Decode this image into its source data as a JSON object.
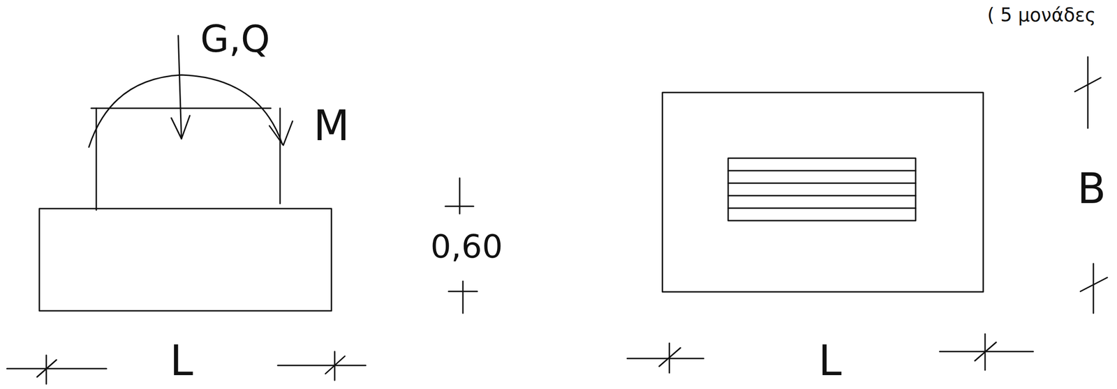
{
  "diagram": {
    "labels": [
      "( 5 μονάδες",
      "G,Q",
      "M",
      "L",
      "0,60",
      "L",
      "B"
    ]
  }
}
